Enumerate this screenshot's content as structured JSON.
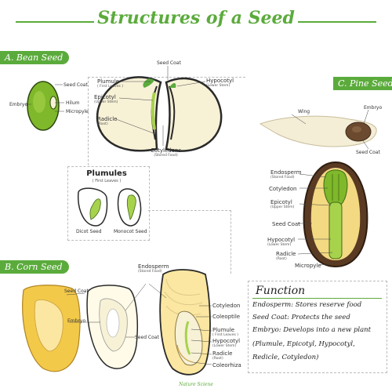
{
  "title": "Structures of a Seed",
  "sections": {
    "bean": "A. Bean Seed",
    "pine": "C. Pine Seed",
    "corn": "B. Corn Seed"
  },
  "bean": {
    "embryo": "Embryo",
    "seed_coat": "Seed Coat",
    "hilum": "Hilum",
    "micropyle": "Micropyle",
    "seed_coat_top": "Seed Coat",
    "plumule": "Plumule",
    "plumule_sub": "( First Leaves )",
    "epicotyl": "Epicotyl",
    "epicotyl_sub": "(Upper Stem)",
    "radicle": "Radicle",
    "radicle_sub": "(Root)",
    "hypocotyl": "Hypocotyl",
    "hypocotyl_sub": "(Lower Stem)",
    "cotyledons": "Cotyledons",
    "cotyledons_sub": "(Stored Food)"
  },
  "plumules": {
    "title": "Plumules",
    "subtitle": "( First Leaves )",
    "dicot": "Dicot Seed",
    "monocot": "Monocot Seed"
  },
  "pine": {
    "wing": "Wing",
    "embryo": "Embryo",
    "seed_coat": "Seed Coat",
    "endosperm": "Endosperm",
    "endosperm_sub": "(Stored Food)",
    "cotyledon": "Cotyledon",
    "epicotyl": "Epicotyl",
    "epicotyl_sub": "(Upper Stem)",
    "seed_coat_2": "Seed Coat",
    "hypocotyl": "Hypocotyl",
    "hypocotyl_sub": "(Lower Stem)",
    "radicle": "Radicle",
    "radicle_sub": "(Root)",
    "micropyle": "Micropyle"
  },
  "corn": {
    "seed_coat": "Seed Coat",
    "embryo": "Embryo",
    "endosperm": "Endosperm",
    "endosperm_sub": "(Stored Food)",
    "seed_coat_2": "Seed Coat",
    "cotyledon": "Cotyledon",
    "coleoptile": "Coleoptile",
    "plumule": "Plumule",
    "plumule_sub": "( First Leaves )",
    "hypocotyl": "Hypocotyl",
    "hypocotyl_sub": "(Lower Stem)",
    "radicle": "Radicle",
    "radicle_sub": "(Root)",
    "coleorhiza": "Coleorhiza"
  },
  "function": {
    "title": "Function",
    "items": [
      "Endosperm: Stores reserve food",
      "Seed Coat: Protects the seed",
      "Embryo: Develops into a new plant",
      "(Plumule, Epicotyl, Hypocotyl,",
      "Redicle, Cotyledon)"
    ]
  },
  "footer": "Nature Sciene",
  "colors": {
    "accent": "#5bab3c",
    "bean_green": "#7fb82a",
    "cream": "#f7f1d6",
    "corn_yellow": "#f3c94a",
    "pine_brown": "#6b4a2f"
  }
}
